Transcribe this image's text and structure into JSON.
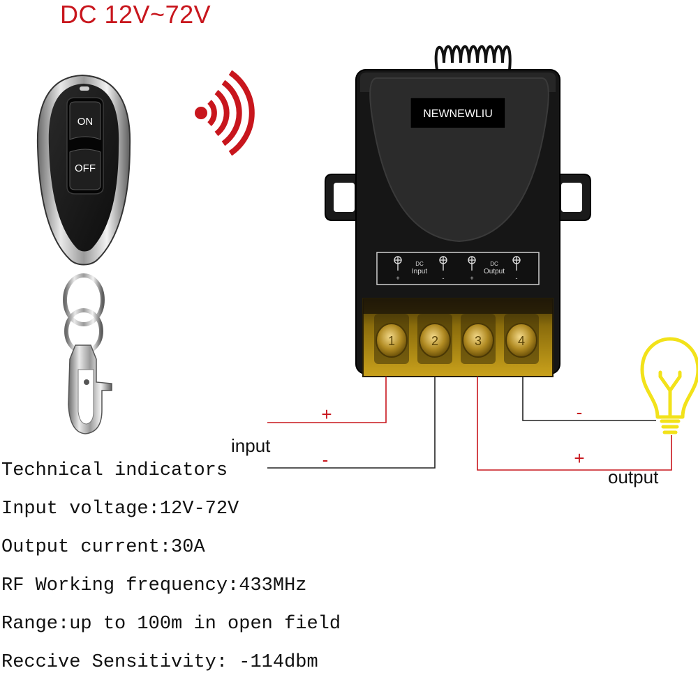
{
  "title": "DC 12V~72V",
  "remote": {
    "on_label": "ON",
    "off_label": "OFF"
  },
  "receiver": {
    "brand": "NEWNEWLIU",
    "input_terminal_dc": "DC",
    "input_terminal_label": "Input",
    "output_terminal_dc": "DC",
    "output_terminal_label": "Output",
    "terminal_numbers": [
      "1",
      "2",
      "3",
      "4"
    ],
    "polarity_marks": [
      "+",
      "-",
      "+",
      "-"
    ]
  },
  "wiring": {
    "input_label": "input",
    "output_label": "output",
    "input_plus": "+",
    "input_minus": "-",
    "output_minus": "-",
    "output_plus": "+"
  },
  "colors": {
    "title_red": "#c8161d",
    "wire_red": "#c8161d",
    "wire_black": "#222222",
    "bulb_yellow": "#f2e21a",
    "terminal_amber": "#a8860f"
  },
  "specs": {
    "heading": "Technical indicators",
    "lines": [
      "Input voltage:12V-72V",
      "Output current:30A",
      "RF Working frequency:433MHz",
      "Range:up to 100m in open field",
      "Reccive Sensitivity: -114dbm"
    ]
  }
}
